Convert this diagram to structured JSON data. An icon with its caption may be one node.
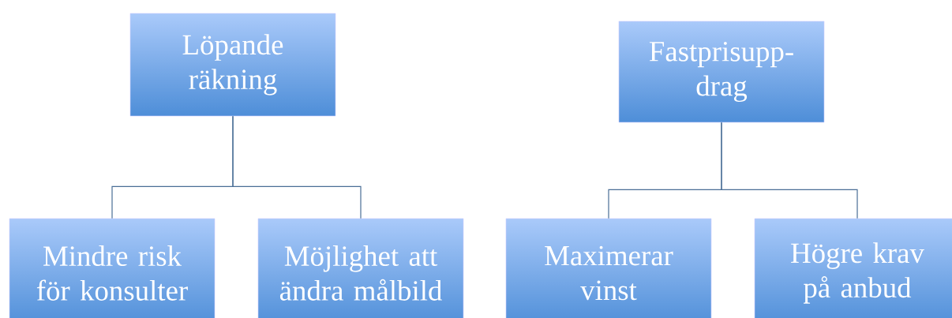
{
  "diagram": {
    "nodes": [
      {
        "text": [
          "Löpande räkning"
        ]
      },
      {
        "text": [
          "Mindre risk för konsulter"
        ]
      },
      {
        "text": [
          "Möjlighet att ändra målbild"
        ]
      },
      {
        "text": [
          "Fastprisupp-drag"
        ]
      },
      {
        "text": [
          "Maximerar vinst"
        ]
      },
      {
        "text": [
          "Högre krav på anbud"
        ]
      }
    ],
    "edges": [
      {
        "from": 0,
        "to": 1,
        "arrow": "none"
      },
      {
        "from": 0,
        "to": 2,
        "arrow": "none"
      },
      {
        "from": 3,
        "to": 4,
        "arrow": "none"
      },
      {
        "from": 3,
        "to": 5,
        "arrow": "none"
      }
    ]
  }
}
